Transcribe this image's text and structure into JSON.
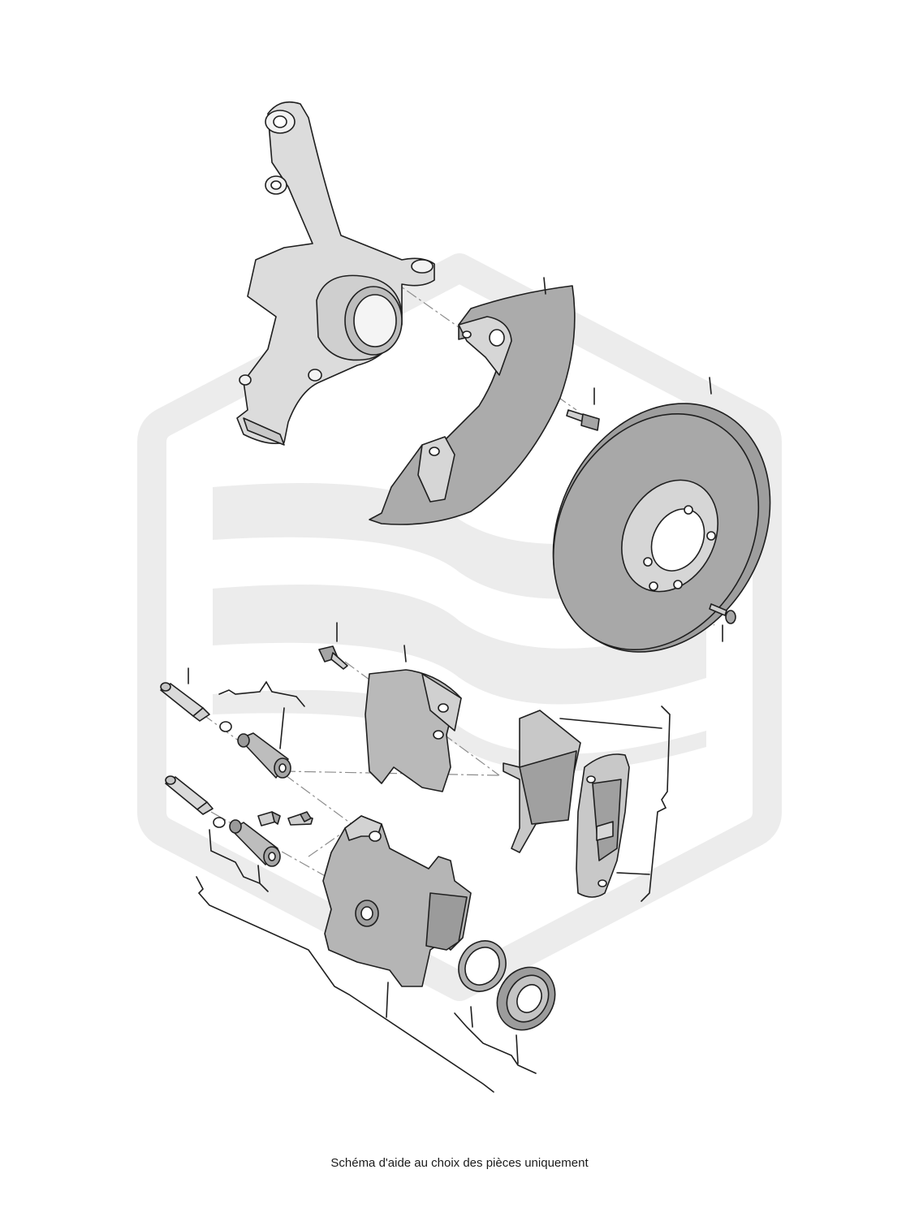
{
  "caption": "Schéma d'aide au choix des pièces uniquement",
  "colors": {
    "watermark": "#e9e9e9",
    "part_fill_light": "#dcdcdc",
    "part_fill_mid": "#c2c2c2",
    "part_fill_dark": "#a9a9a9",
    "outline": "#1f1f1f",
    "leader_dash": "#8c8c8c"
  },
  "parts": [
    {
      "id": "steering-knuckle",
      "icon": "steering-knuckle-icon"
    },
    {
      "id": "splash-shield",
      "icon": "splash-shield-icon"
    },
    {
      "id": "shield-bolt",
      "icon": "bolt-icon"
    },
    {
      "id": "brake-disc",
      "icon": "brake-disc-icon"
    },
    {
      "id": "disc-screw",
      "icon": "screw-icon"
    },
    {
      "id": "carrier-bolt",
      "icon": "bolt-icon"
    },
    {
      "id": "caliper-carrier",
      "icon": "caliper-carrier-icon"
    },
    {
      "id": "brake-pads",
      "icon": "brake-pad-icon"
    },
    {
      "id": "guide-pins",
      "icon": "guide-pin-icon"
    },
    {
      "id": "guide-bushings",
      "icon": "bushing-icon"
    },
    {
      "id": "bleed-screws",
      "icon": "bleed-screw-icon"
    },
    {
      "id": "brake-caliper",
      "icon": "brake-caliper-icon"
    },
    {
      "id": "seal-ring",
      "icon": "seal-ring-icon"
    },
    {
      "id": "piston-boot",
      "icon": "piston-boot-icon"
    }
  ]
}
